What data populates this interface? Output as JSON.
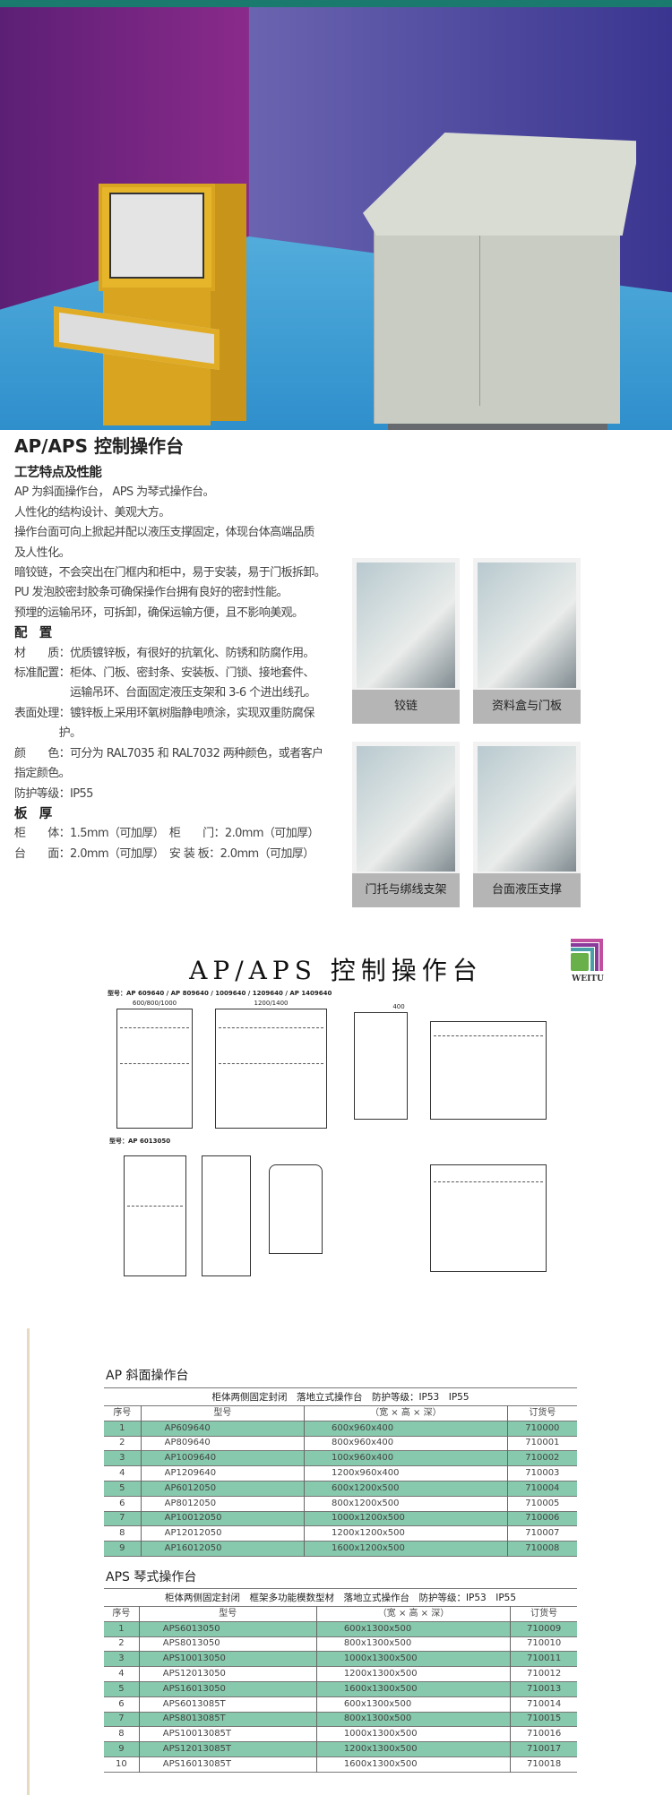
{
  "title": "AP/APS 控制操作台",
  "features": {
    "heading": "工艺特点及性能",
    "lines": [
      "AP 为斜面操作台， APS 为琴式操作台。",
      "人性化的结构设计、美观大方。",
      "操作台面可向上掀起并配以液压支撑固定，体现台体高端品质",
      "及人性化。",
      "暗铰链，不会突出在门框内和柜中，易于安装，易于门板拆卸。",
      "PU 发泡胶密封胶条可确保操作台拥有良好的密封性能。",
      "预埋的运输吊环，可拆卸，确保运输方便，且不影响美观。"
    ]
  },
  "config": {
    "heading": "配　置",
    "lines": [
      "材　　质：优质镀锌板，有很好的抗氧化、防锈和防腐作用。",
      "标准配置：柜体、门板、密封条、安装板、门锁、接地套件、",
      "　　　　　运输吊环、台面固定液压支架和 3-6 个进出线孔。",
      "表面处理：镀锌板上采用环氧树脂静电喷涂，实现双重防腐保",
      "　　　　护。",
      "颜　　色：可分为 RAL7035 和 RAL7032 两种颜色，或者客户",
      "指定颜色。",
      "防护等级：IP55"
    ]
  },
  "thickness": {
    "heading": "板　厚",
    "lines": [
      "柜　　体：1.5mm（可加厚）　柜　　门：2.0mm（可加厚）",
      "台　　面：2.0mm（可加厚）　安 装 板：2.0mm（可加厚）"
    ]
  },
  "photos": [
    "铰链",
    "资料盒与门板",
    "门托与绑线支架",
    "台面液压支撑"
  ],
  "drawings": {
    "title": "AP/APS 控制操作台",
    "logo": "WEITU",
    "note1": "型号：AP 609640 / AP 809640 / 1009640 / 1209640 / AP 1409640",
    "note2": "型号：AP 6013050",
    "dims": [
      "600/800/1000",
      "1200/1400",
      "400"
    ]
  },
  "colors": {
    "row_highlight": "#86c9ad",
    "hero_left": "#8a2a8a",
    "hero_right": "#3a3590",
    "floor": "#4aaee0"
  },
  "table1": {
    "title": "AP 斜面操作台",
    "caption": "柜体两侧固定封闭　落地立式操作台　防护等级：IP53　IP55",
    "headers": [
      "序号",
      "型号",
      "（宽 × 高 × 深）",
      "订货号"
    ],
    "rows": [
      [
        "1",
        "AP609640",
        "600x960x400",
        "710000"
      ],
      [
        "2",
        "AP809640",
        "800x960x400",
        "710001"
      ],
      [
        "3",
        "AP1009640",
        "100x960x400",
        "710002"
      ],
      [
        "4",
        "AP1209640",
        "1200x960x400",
        "710003"
      ],
      [
        "5",
        "AP6012050",
        "600x1200x500",
        "710004"
      ],
      [
        "6",
        "AP8012050",
        "800x1200x500",
        "710005"
      ],
      [
        "7",
        "AP10012050",
        "1000x1200x500",
        "710006"
      ],
      [
        "8",
        "AP12012050",
        "1200x1200x500",
        "710007"
      ],
      [
        "9",
        "AP16012050",
        "1600x1200x500",
        "710008"
      ]
    ]
  },
  "table2": {
    "title": "APS 琴式操作台",
    "caption": "柜体两侧固定封闭　框架多功能模数型材　落地立式操作台　防护等级：IP53　IP55",
    "headers": [
      "序号",
      "型号",
      "（宽 × 高 × 深）",
      "订货号"
    ],
    "rows": [
      [
        "1",
        "APS6013050",
        "600x1300x500",
        "710009"
      ],
      [
        "2",
        "APS8013050",
        "800x1300x500",
        "710010"
      ],
      [
        "3",
        "APS10013050",
        "1000x1300x500",
        "710011"
      ],
      [
        "4",
        "APS12013050",
        "1200x1300x500",
        "710012"
      ],
      [
        "5",
        "APS16013050",
        "1600x1300x500",
        "710013"
      ],
      [
        "6",
        "APS6013085T",
        "600x1300x500",
        "710014"
      ],
      [
        "7",
        "APS8013085T",
        "800x1300x500",
        "710015"
      ],
      [
        "8",
        "APS10013085T",
        "1000x1300x500",
        "710016"
      ],
      [
        "9",
        "APS12013085T",
        "1200x1300x500",
        "710017"
      ],
      [
        "10",
        "APS16013085T",
        "1600x1300x500",
        "710018"
      ]
    ]
  }
}
